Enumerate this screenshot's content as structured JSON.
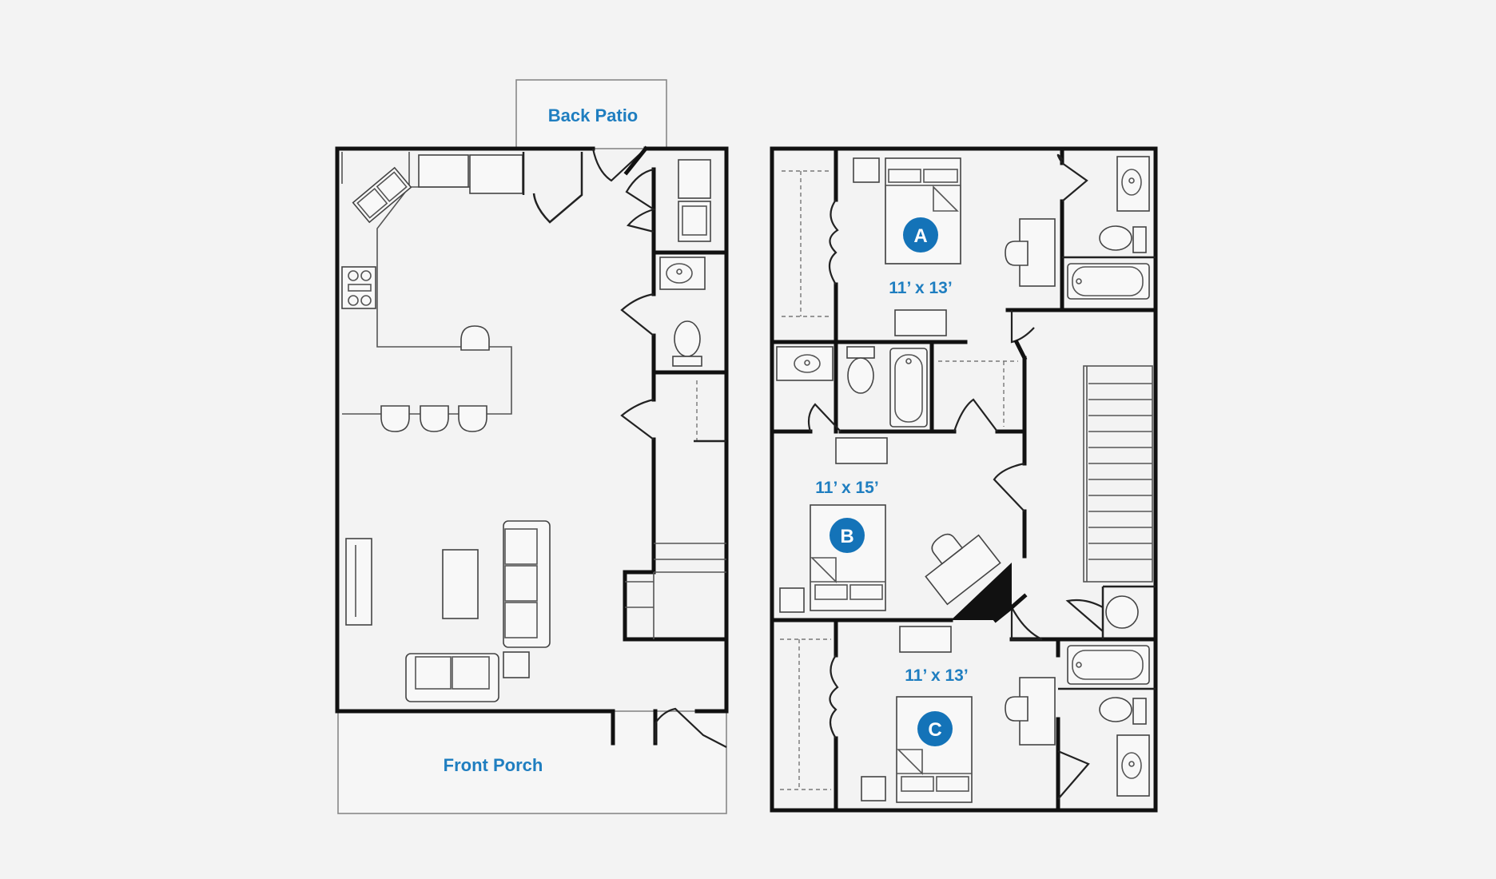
{
  "first_floor": {
    "back_patio": "Back Patio",
    "front_porch": "Front Porch"
  },
  "second_floor": {
    "bedrooms": [
      {
        "letter": "A",
        "dimensions": "11’ x 13’"
      },
      {
        "letter": "B",
        "dimensions": "11’ x 15’"
      },
      {
        "letter": "C",
        "dimensions": "11’ x 13’"
      }
    ]
  },
  "colors": {
    "label_blue": "#1f7ec0",
    "badge_blue": "#1473b8",
    "wall": "#111111",
    "background": "#f3f3f3"
  }
}
